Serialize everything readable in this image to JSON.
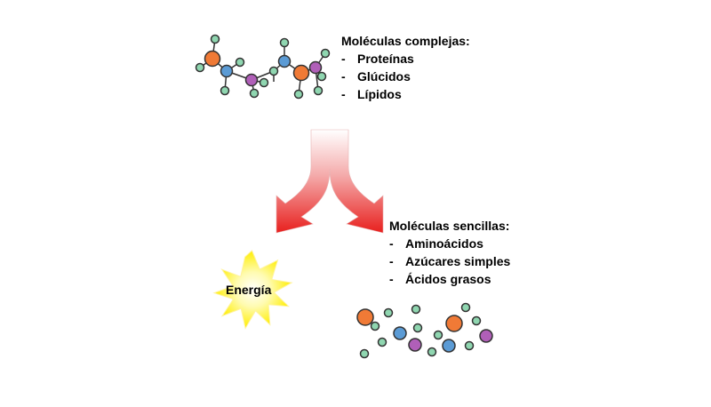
{
  "complex_molecules": {
    "title": "Moléculas complejas:",
    "items": [
      "Proteínas",
      "Glúcidos",
      "Lípidos"
    ]
  },
  "simple_molecules": {
    "title": "Moléculas sencillas:",
    "items": [
      "Aminoácidos",
      "Azúcares simples",
      "Ácidos grasos"
    ]
  },
  "energy_label": "Energía",
  "colors": {
    "orange": "#f07a36",
    "blue": "#5b9bd5",
    "purple": "#b05fb8",
    "green": "#8fd6b0",
    "arrow_red": "#e8201e",
    "star_yellow": "#ffee00"
  }
}
